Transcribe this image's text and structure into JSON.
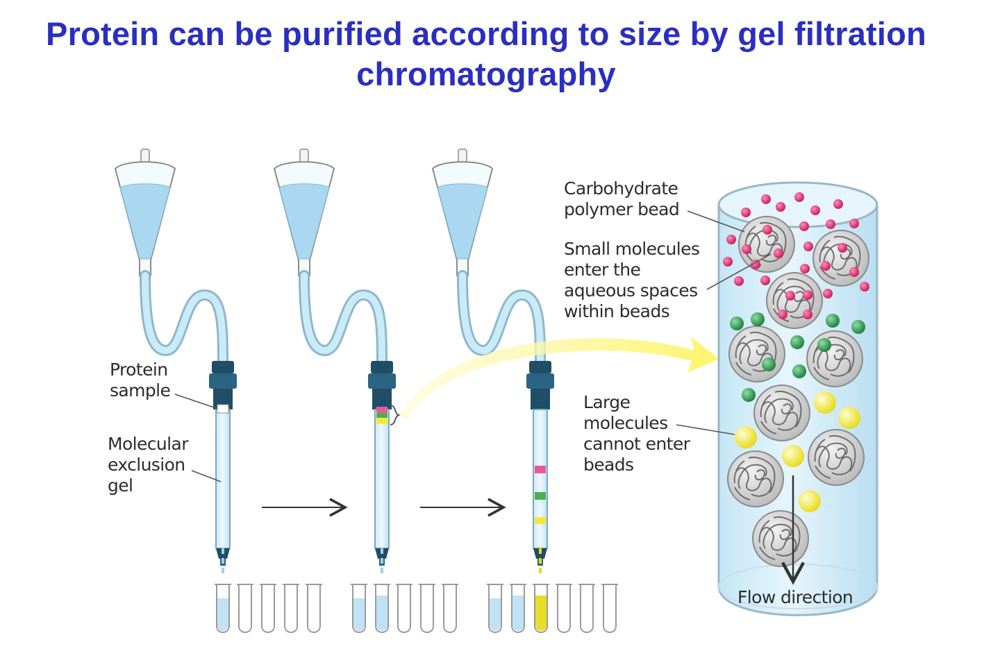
{
  "title": {
    "line1": "Protein can be purified according to size by gel filtration",
    "line2": "chromatography"
  },
  "labels": {
    "protein_sample": [
      "Protein",
      "sample"
    ],
    "exclusion_gel": [
      "Molecular",
      "exclusion",
      "gel"
    ],
    "carbohydrate_bead": [
      "Carbohydrate",
      "polymer bead"
    ],
    "small_molecules": [
      "Small molecules",
      "enter the",
      "aqueous spaces",
      "within beads"
    ],
    "large_molecules": [
      "Large",
      "molecules",
      "cannot enter",
      "beads"
    ],
    "flow_direction": "Flow direction"
  },
  "colors": {
    "title": "#2a2fc0",
    "liquid": "#bfe3f5",
    "column_cap": "#1f4e66",
    "small_molecule": "#e0306e",
    "medium_molecule": "#2f9a4d",
    "large_molecule": "#f2ea3b",
    "highlight_arrow": "#fff59a"
  }
}
